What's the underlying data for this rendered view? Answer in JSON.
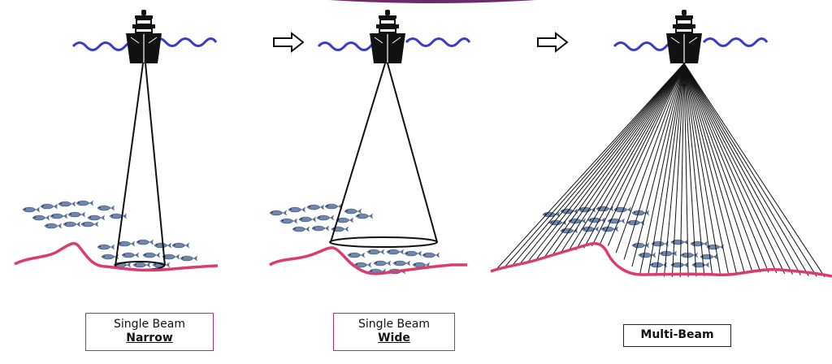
{
  "panels": [
    {
      "line1": "Single Beam",
      "line2": "Narrow"
    },
    {
      "line1": "Single Beam",
      "line2": "Wide"
    },
    {
      "line1": "",
      "line2": "Multi-Beam"
    }
  ],
  "colors": {
    "water": "#3a3acb",
    "seafloor": "#d93d6e",
    "beam": "#111111",
    "fish": "#6f86ad",
    "ship": "#111111",
    "label_border": "#b0306a",
    "top_bar": "#6b2a6b"
  },
  "icons": [
    "ship-icon",
    "arrow-right-icon",
    "fish-icon"
  ]
}
